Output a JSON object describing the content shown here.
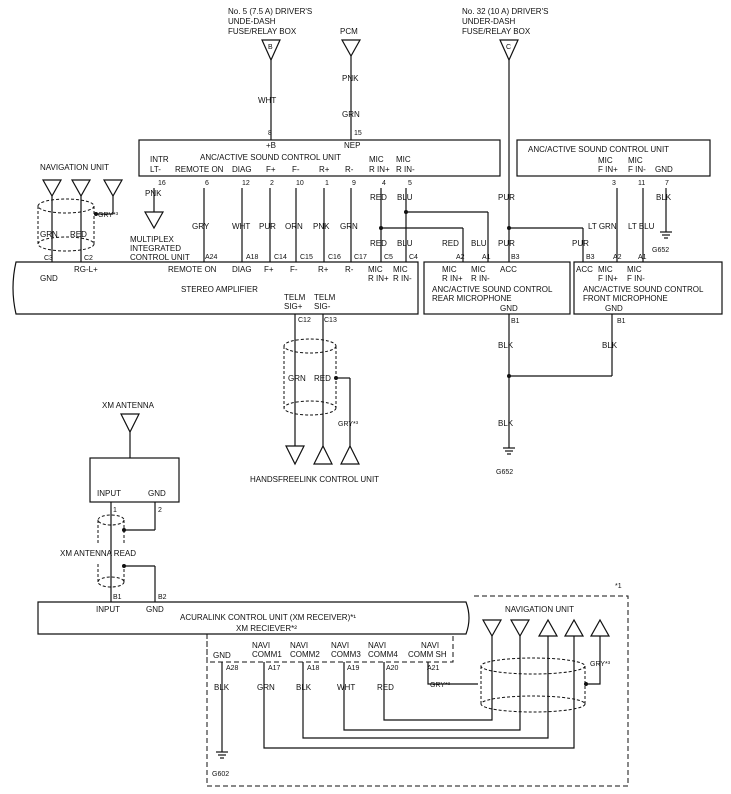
{
  "sources": {
    "fuse5_l1": "No. 5 (7.5 A) DRIVER'S",
    "fuse5_l2": "UNDE-DASH",
    "fuse5_l3": "FUSE/RELAY BOX",
    "fuse5_conn": "B",
    "pcm": "PCM",
    "fuse32_l1": "No. 32 (10 A) DRIVER'S",
    "fuse32_l2": "UNDER-DASH",
    "fuse32_l3": "FUSE/RELAY BOX",
    "fuse32_conn": "C"
  },
  "wires": {
    "wht": "WHT",
    "pnk": "PNK",
    "grn": "GRN",
    "gry": "GRY",
    "pur": "PUR",
    "orn": "ORN",
    "red": "RED",
    "blu": "BLU",
    "blk": "BLK",
    "lt_grn": "LT GRN",
    "lt_blu": "LT BLU",
    "gry_star": "GRY*³",
    "gry_star3": "GRY*³"
  },
  "anc_unit": {
    "title": "ANC/ACTIVE SOUND CONTROL UNIT",
    "pin_b": "+B",
    "pin_nep": "NEP",
    "num_8": "8",
    "num_15": "15",
    "intr": "INTR",
    "lt_minus": "LT-",
    "remote_on": "REMOTE ON",
    "diag": "DIAG",
    "f_plus": "F+",
    "f_minus": "F-",
    "r_plus": "R+",
    "r_minus": "R-",
    "mic": "MIC",
    "r_in_plus": "R IN+",
    "r_in_minus": "R IN-",
    "n16": "16",
    "n6": "6",
    "n12": "12",
    "n2": "2",
    "n10": "10",
    "n1": "1",
    "n9": "9",
    "n4": "4",
    "n5": "5"
  },
  "anc_right": {
    "title": "ANC/ACTIVE SOUND CONTROL UNIT",
    "mic": "MIC",
    "f_in_plus": "F IN+",
    "f_in_minus": "F IN-",
    "gnd": "GND",
    "n3": "3",
    "n11": "11",
    "n7": "7"
  },
  "nav_top": {
    "title": "NAVIGATION UNIT",
    "c3": "C3",
    "c2": "C2",
    "rg_l": "RG-L",
    "gnd": "GND",
    "rg_lp": "RG-L+"
  },
  "multiplex": {
    "l1": "MULTIPLEX",
    "l2": "INTEGRATED",
    "l3": "CONTROL UNIT"
  },
  "stereo": {
    "title": "STEREO AMPLIFIER",
    "remote_on": "REMOTE ON",
    "diag": "DIAG",
    "f_plus": "F+",
    "f_minus": "F-",
    "r_plus": "R+",
    "r_minus": "R-",
    "mic": "MIC",
    "r_in_plus": "R IN+",
    "r_in_minus": "R IN-",
    "a24": "A24",
    "a18": "A18",
    "c14": "C14",
    "c15": "C15",
    "c16": "C16",
    "c17": "C17",
    "c5": "C5",
    "c4": "C4",
    "telm": "TELM",
    "sig_plus": "SIG+",
    "sig_minus": "SIG-",
    "c12": "C12",
    "c13": "C13"
  },
  "rear_mic": {
    "mic": "MIC",
    "r_in_plus": "R IN+",
    "r_in_minus": "R IN-",
    "acc": "ACC",
    "l1": "ANC/ACTIVE SOUND CONTROL",
    "l2": "REAR MICROPHONE",
    "gnd": "GND",
    "a2": "A2",
    "a1": "A1",
    "b3": "B3",
    "b1": "B1"
  },
  "front_mic": {
    "acc": "ACC",
    "mic": "MIC",
    "f_in_plus": "F IN+",
    "f_in_minus": "F IN-",
    "l1": "ANC/ACTIVE SOUND CONTROL",
    "l2": "FRONT MICROPHONE",
    "gnd": "GND",
    "b3": "B3",
    "a2": "A2",
    "a1": "A1",
    "b1": "B1"
  },
  "grounds": {
    "g652": "G652",
    "g652b": "G652",
    "g602": "G602"
  },
  "hfl": {
    "title": "HANDSFREELINK CONTROL UNIT"
  },
  "xm": {
    "antenna": "XM ANTENNA",
    "input": "INPUT",
    "gnd": "GND",
    "n1": "1",
    "n2": "2",
    "read": "XM ANTENNA READ",
    "b1": "B1",
    "b2": "B2"
  },
  "acuralink": {
    "title": "ACURALINK CONTROL UNIT (XM RECEIVER)*¹",
    "receiver": "XM RECIEVER*²",
    "input": "INPUT",
    "gnd": "GND",
    "navi": "NAVI",
    "comm1": "COMM1",
    "comm2": "COMM2",
    "comm3": "COMM3",
    "comm4": "COMM4",
    "comm_sh": "COMM SH",
    "a28": "A28",
    "a17": "A17",
    "a18": "A18",
    "a19": "A19",
    "a20": "A20",
    "a21": "A21",
    "note1": "*1"
  },
  "nav_bottom": {
    "title": "NAVIGATION UNIT"
  }
}
